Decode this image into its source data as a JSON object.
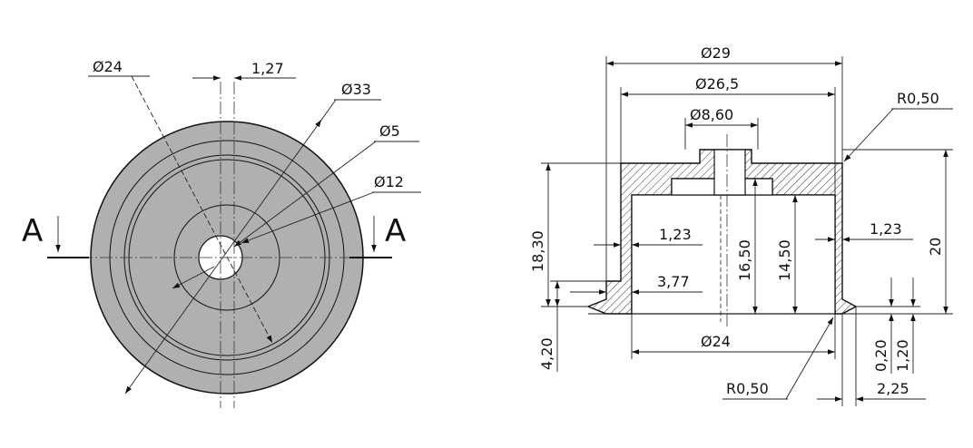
{
  "front_view": {
    "section_mark": "A",
    "dims": {
      "d24": "Ø24",
      "w127": "1,27",
      "d33": "Ø33",
      "d5": "Ø5",
      "d12": "Ø12"
    }
  },
  "section_view": {
    "dims": {
      "d29": "Ø29",
      "d265": "Ø26,5",
      "d860": "Ø8,60",
      "r050_top": "R0,50",
      "h1830": "18,30",
      "w123_left": "1,23",
      "h1650": "16,50",
      "h1450": "14,50",
      "w123_right": "1,23",
      "h20": "20",
      "w377": "3,77",
      "d24_bottom": "Ø24",
      "h420": "4,20",
      "h020": "0,20",
      "h120": "1,20",
      "r050_bottom": "R0,50",
      "w225": "2,25"
    }
  }
}
